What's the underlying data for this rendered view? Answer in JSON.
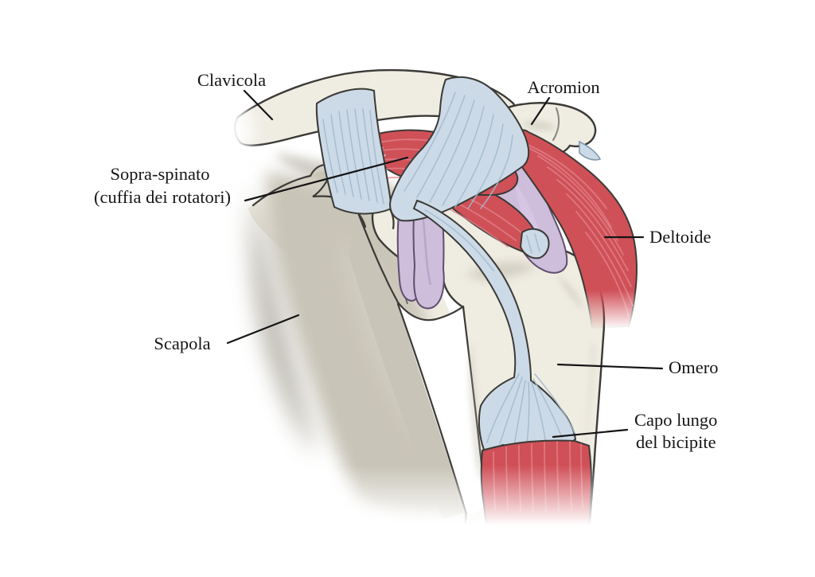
{
  "labels": {
    "clavicola": "Clavicola",
    "acromion": "Acromion",
    "sopraspinato_1": "Sopra-spinato",
    "sopraspinato_2": "(cuffia dei rotatori)",
    "deltoide": "Deltoide",
    "scapola": "Scapola",
    "omero": "Omero",
    "capolungo_1": "Capo lungo",
    "capolungo_2": "del bicipite"
  },
  "colors": {
    "background": "#ffffff",
    "bone": "#efece2",
    "bone_shade": "#b5b1a3",
    "bone_outline": "#3b3a36",
    "scapula_gray": "#c8c4b7",
    "scapula_gray_dark": "#a19d8f",
    "muscle_red": "#d05058",
    "muscle_red_light": "#e2868c",
    "ligament_blue": "#ccdae7",
    "ligament_fiber": "#a2b9cd",
    "ligament_deep": "#8099af",
    "cartilage_purple": "#cfbddc",
    "cartilage_outline": "#5f4e6e",
    "label_text": "#151515"
  }
}
